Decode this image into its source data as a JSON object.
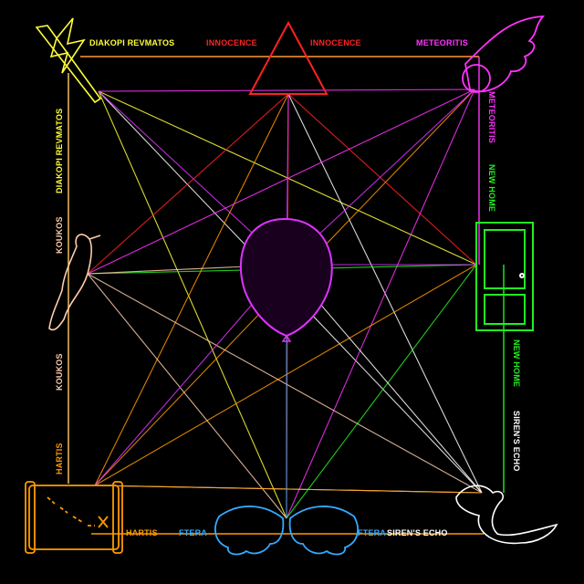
{
  "labels": {
    "top_left": "DIAKOPI REVMATOS",
    "top_mid_left": "INNOCENCE",
    "top_mid_right": "INNOCENCE",
    "top_right": "METEORITIS",
    "right_top": "METEORITIS",
    "right_upper": "NEW HOME",
    "right_lower": "NEW HOME",
    "right_bottom": "SIREN'S ECHO",
    "bottom_right": "SIREN'S ECHO",
    "bottom_mid_right": "FTERA",
    "bottom_mid_left": "FTERA",
    "bottom_left": "HARTIS",
    "left_bottom": "HARTIS",
    "left_lower": "KOUKOS",
    "left_upper": "KOUKOS",
    "left_top": "DIAKOPI REVMATOS"
  },
  "colors": {
    "background": "#000000",
    "diakopi": "#ffff3a",
    "innocence": "#ff2222",
    "meteoritis": "#ff33ff",
    "new_home": "#22ee22",
    "sirens_echo": "#ffffff",
    "ftera": "#33aaff",
    "hartis": "#ff9900",
    "koukos": "#ffccaa",
    "center": "#dd33ff"
  },
  "icons": {
    "top_left": "lightning-stick-icon",
    "top": "triangle-icon",
    "top_right": "meteor-icon",
    "right": "door-icon",
    "bottom_right": "siren-icon",
    "bottom": "wings-icon",
    "bottom_left": "map-scroll-icon",
    "left": "bird-icon",
    "center": "balloon-icon"
  }
}
